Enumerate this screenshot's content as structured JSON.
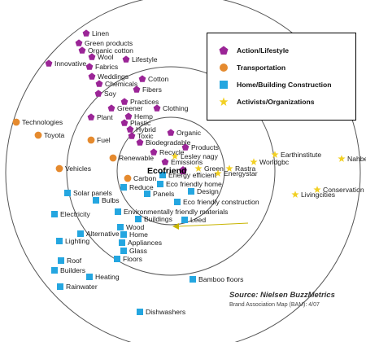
{
  "colors": {
    "action": "#9b2597",
    "transport": "#e58a2e",
    "home": "#24a6e0",
    "activist": "#f2d024",
    "ring": "#555555",
    "arrow": "#c8b400"
  },
  "center_label": "Ecofriend",
  "legend": [
    {
      "category": "action",
      "label": "Action/Lifestyle"
    },
    {
      "category": "transport",
      "label": "Transportation"
    },
    {
      "category": "home",
      "label": "Home/Building Construction"
    },
    {
      "category": "activist",
      "label": "Activists/Organizations"
    }
  ],
  "source": "Source: Nielsen BuzzMetrics",
  "source_sub": "Brand Association Map (BAM): 4/07",
  "terms": {
    "action": [
      "Linen",
      "Green products",
      "Organic cotton",
      "Wool",
      "Lifestyle",
      "Innovative",
      "Fabrics",
      "Weddings",
      "Cotton",
      "Chemicals",
      "Fibers",
      "Soy",
      "Practices",
      "Greener",
      "Clothing",
      "Plant",
      "Hemp",
      "Plastic",
      "Hybrid",
      "Toxic",
      "Organic",
      "Biodegradable",
      "Products",
      "Recycle",
      "Emissions"
    ],
    "transport": [
      "Technologies",
      "Toyota",
      "Fuel",
      "Renewable",
      "Vehicles",
      "Carbon"
    ],
    "home": [
      "Energy efficient",
      "Reduce",
      "Eco friendly home",
      "Panels",
      "Solar panels",
      "Design",
      "Bulbs",
      "Eco friendly construction",
      "Electricity",
      "Environmentally friendly materials",
      "Buildings",
      "Leed",
      "Alternative",
      "Wood",
      "Lighting",
      "Home",
      "Appliances",
      "Glass",
      "Floors",
      "Roof",
      "Builders",
      "Heating",
      "Rainwater",
      "Bamboo floors",
      "Dishwashers"
    ],
    "activist": [
      "Lesley nagy",
      "Green",
      "Rastra",
      "Energystar",
      "Earthinstitute",
      "Worldgbc",
      "Nahbe",
      "Conservation",
      "Livingcities"
    ]
  }
}
